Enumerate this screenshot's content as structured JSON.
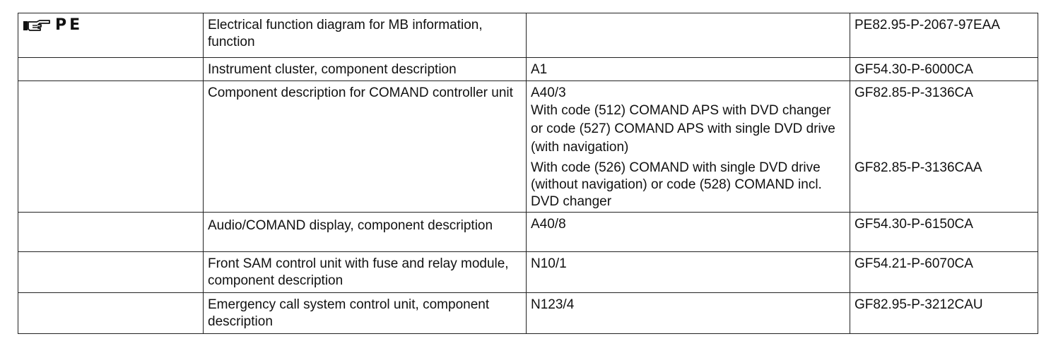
{
  "header": {
    "pe_label": "PE",
    "pe_icon": "pointing-hand-icon"
  },
  "rows": [
    {
      "title": "Electrical function diagram for MB information, function",
      "component": "",
      "reference": "PE82.95-P-2067-97EAA"
    },
    {
      "title": "Instrument cluster, component description",
      "component": "A1",
      "reference": "GF54.30-P-6000CA"
    },
    {
      "title": "Component description for COMAND controller unit",
      "component": "A40/3",
      "variants": [
        {
          "text": "With code (512) COMAND APS with DVD changer or code (527) COMAND APS with single DVD drive (with navigation)",
          "reference": "GF82.85-P-3136CA"
        },
        {
          "text": "With code (526) COMAND with single DVD drive (without navigation) or code (528) COMAND incl. DVD changer",
          "reference": "GF82.85-P-3136CAA"
        }
      ]
    },
    {
      "title": "Audio/COMAND display, component description",
      "component": "A40/8",
      "reference": "GF54.30-P-6150CA"
    },
    {
      "title": "Front SAM control unit with fuse and relay module, component description",
      "component": "N10/1",
      "reference": "GF54.21-P-6070CA"
    },
    {
      "title": "Emergency call system control unit, component description",
      "component": "N123/4",
      "reference": "GF82.95-P-3212CAU"
    }
  ]
}
